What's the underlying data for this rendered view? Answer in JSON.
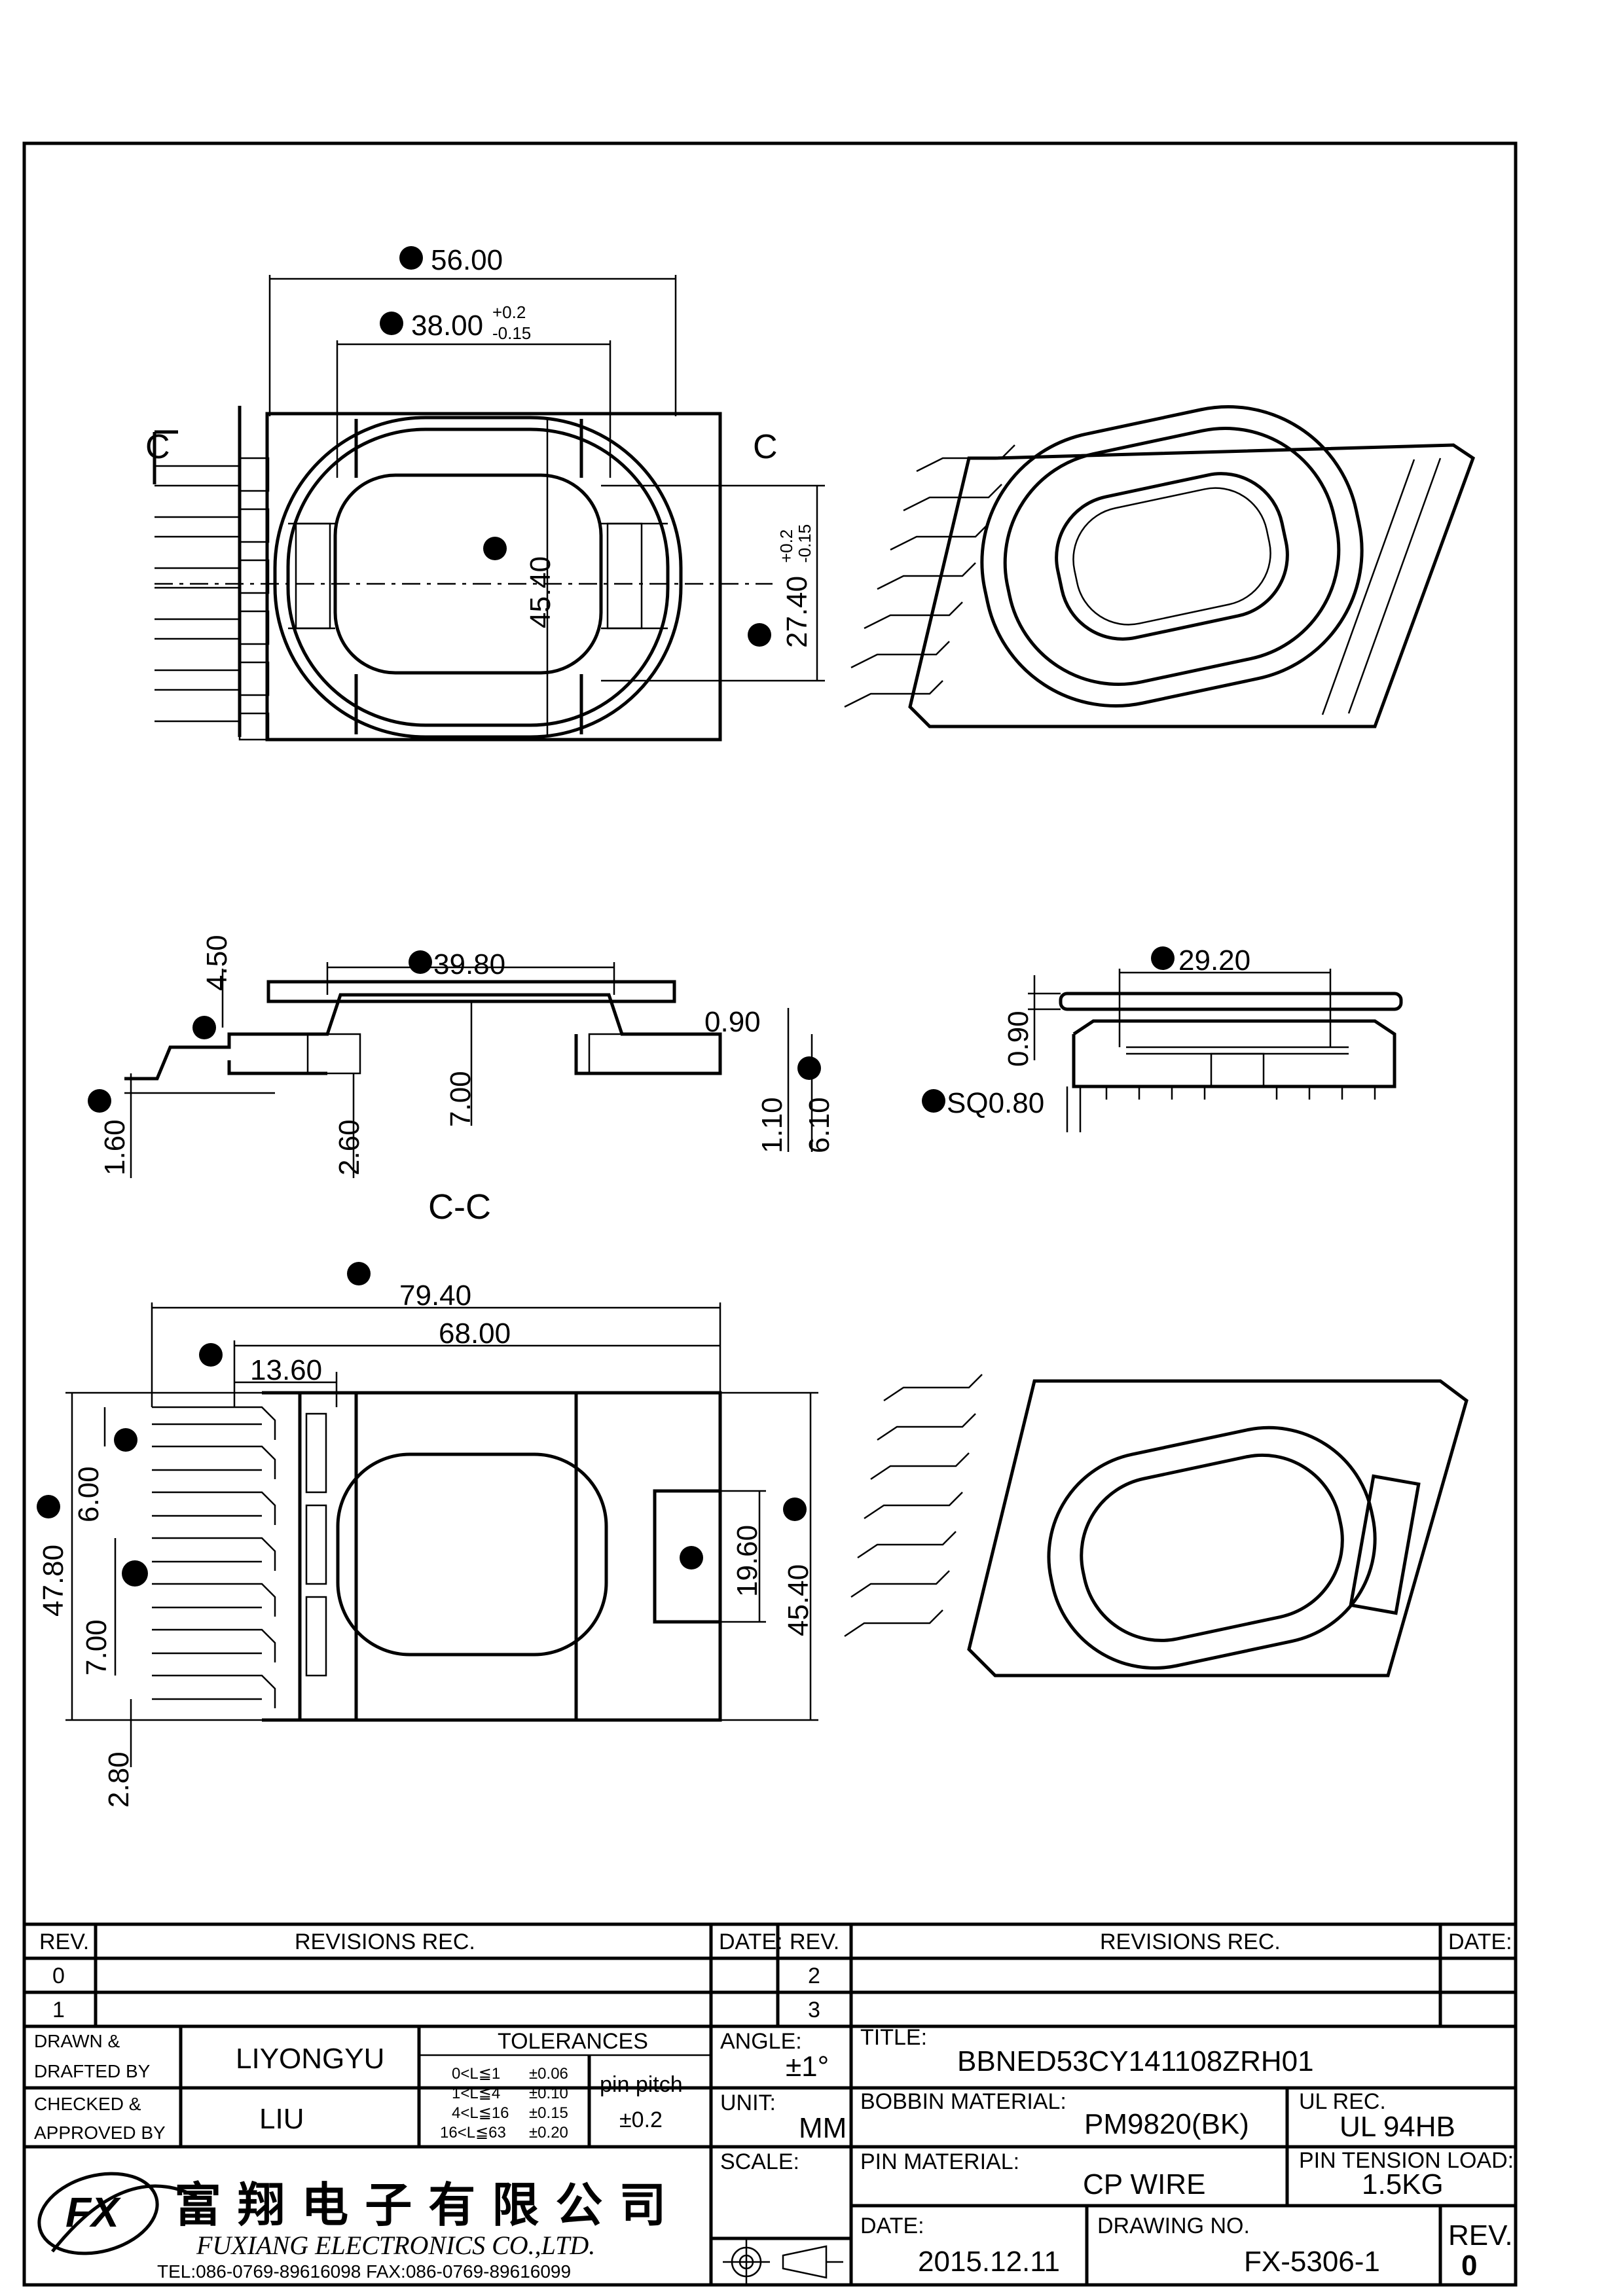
{
  "views": {
    "top": {
      "section_mark_left": "C",
      "section_mark_right": "C",
      "dims": [
        {
          "id": "E",
          "value": "56.00"
        },
        {
          "id": "F",
          "value": "38.00",
          "tol_plus": "+0.2",
          "tol_minus": "-0.15"
        },
        {
          "id": "G",
          "value": "45.40"
        },
        {
          "id": "H",
          "value": "27.40",
          "tol_plus": "+0.2",
          "tol_minus": "-0.15"
        }
      ]
    },
    "section": {
      "title": "C-C",
      "dims": [
        {
          "id": "I",
          "value": "39.80"
        },
        {
          "id": "J",
          "value": "4.50"
        },
        {
          "id": "D",
          "value": "1.60"
        },
        {
          "id": "",
          "value": "2.60"
        },
        {
          "id": "",
          "value": "7.00"
        },
        {
          "id": "",
          "value": "0.90"
        },
        {
          "id": "L",
          "value": "6.10"
        },
        {
          "id": "",
          "value": "1.10"
        }
      ]
    },
    "side": {
      "dims": [
        {
          "id": "M",
          "value": "29.20"
        },
        {
          "id": "",
          "value": "0.90"
        },
        {
          "id": "A",
          "value": "SQ0.80"
        }
      ]
    },
    "bottom": {
      "dims": [
        {
          "id": "B",
          "value": "79.40"
        },
        {
          "id": "",
          "value": "68.00"
        },
        {
          "id": "N",
          "value": "13.60"
        },
        {
          "id": "O",
          "value": "47.80"
        },
        {
          "id": "C",
          "value": "6.00"
        },
        {
          "id": "C1",
          "value": "7.00"
        },
        {
          "id": "",
          "value": "2.80"
        },
        {
          "id": "Q",
          "value": "19.60"
        },
        {
          "id": "P",
          "value": "45.40"
        }
      ]
    }
  },
  "revisions": {
    "headers": {
      "rev": "REV.",
      "rec": "REVISIONS   REC.",
      "date": "DATE:"
    },
    "left_revs": [
      "0",
      "1"
    ],
    "right_revs": [
      "2",
      "3"
    ]
  },
  "title_block": {
    "drawn_label_1": "DRAWN &",
    "drawn_label_2": "DRAFTED BY",
    "drawn_by": "LIYONGYU",
    "checked_label_1": "CHECKED &",
    "checked_label_2": "APPROVED BY",
    "checked_by": "LIU",
    "tolerances_label": "TOLERANCES",
    "tolerances": [
      {
        "range": "0<L≦1",
        "tol": "±0.06"
      },
      {
        "range": "1<L≦4",
        "tol": "±0.10"
      },
      {
        "range": "4<L≦16",
        "tol": "±0.15"
      },
      {
        "range": "16<L≦63",
        "tol": "±0.20"
      }
    ],
    "pin_pitch_label": "pin pitch",
    "pin_pitch_value": "±0.2",
    "angle_label": "ANGLE:",
    "angle_value": "±1°",
    "unit_label": "UNIT:",
    "unit_value": "MM",
    "scale_label": "SCALE:",
    "title_label": "TITLE:",
    "title_value": "BBNED53CY141108ZRH01",
    "bobbin_material_label": "BOBBIN MATERIAL:",
    "bobbin_material_value": "PM9820(BK)",
    "ul_rec_label": "UL REC.",
    "ul_rec_value": "UL 94HB",
    "pin_material_label": "PIN MATERIAL:",
    "pin_material_value": "CP WIRE",
    "pin_tension_label": "PIN TENSION LOAD:",
    "pin_tension_value": "1.5KG",
    "date_label": "DATE:",
    "date_value": "2015.12.11",
    "drawing_no_label": "DRAWING NO.",
    "drawing_no_value": "FX-5306-1",
    "rev_label": "REV.",
    "rev_value": "0"
  },
  "company": {
    "logo_text": "FX",
    "name_cn": "富 翔 电 子 有 限 公 司",
    "name_en": "FUXIANG  ELECTRONICS CO.,LTD.",
    "contact": "TEL:086-0769-89616098   FAX:086-0769-89616099"
  }
}
